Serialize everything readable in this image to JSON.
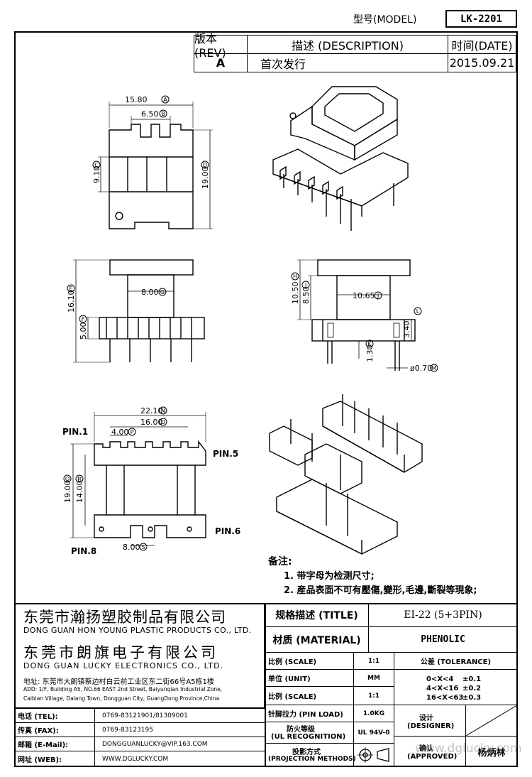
{
  "header": {
    "model_label": "型号(MODEL)",
    "model_value": "LK-2201",
    "rev_header": "版本(REV)",
    "desc_header": "描述 (DESCRIPTION)",
    "date_header": "时间(DATE)",
    "rev_value": "A",
    "desc_value": "首次发行",
    "date_value": "2015.09.21"
  },
  "drawing": {
    "top_view": {
      "dim_a": "15.80",
      "mark_a": "A",
      "dim_b": "6.50",
      "mark_b": "B",
      "dim_c": "9.10",
      "mark_c": "C",
      "dim_d": "19.00",
      "mark_d": "D"
    },
    "side_view": {
      "dim_e": "16.10",
      "mark_e": "E",
      "dim_f": "5.00",
      "mark_f": "F",
      "dim_g": "8.00",
      "mark_g": "G"
    },
    "front_view": {
      "dim_h": "10.50",
      "mark_h": "H",
      "dim_i": "8.50",
      "mark_i": "I",
      "dim_j": "10.65",
      "mark_j": "J",
      "dim_k": "1.30",
      "mark_k": "K",
      "dim_l": "3.40",
      "mark_l": "L",
      "dim_m": "ø0.70",
      "mark_m": "M"
    },
    "bottom_view": {
      "dim_n": "22.10",
      "mark_n": "N",
      "dim_o": "16.00",
      "mark_o": "O",
      "dim_p": "4.00",
      "mark_p": "P",
      "dim_q": "19.00",
      "mark_q": "Q",
      "dim_r": "14.00",
      "mark_r": "R",
      "dim_s": "8.00",
      "mark_s": "S",
      "pin1": "PIN.1",
      "pin5": "PIN.5",
      "pin6": "PIN.6",
      "pin8": "PIN.8"
    }
  },
  "notes": {
    "title": "备注:",
    "items": [
      "1. 带字母为检测尺寸;",
      "2. 産品表面不可有壓傷,變形,毛邊,斷裂等現象;"
    ]
  },
  "company": {
    "name_cn_1": "东莞市瀚扬塑胶制品有限公司",
    "name_en_1": "DONG GUAN HON YOUNG PLASTIC PRODUCTS CO., LTD.",
    "name_cn_2": "东莞市朗旗电子有限公司",
    "name_en_2": "DONG GUAN LUCKY ELECTRONICS CO., LTD.",
    "address_cn": "地址: 东莞市大朗镇蔡边村白云前工业区东二街66号A5栋1楼",
    "address_en_1": "ADD: 1/F, Building A5, NO.66 EAST 2nd Street, Baiyunqian Industrial Zone,",
    "address_en_2": "Caibian Village, Dalang Town, Dongguan City, GuangDong Province,China"
  },
  "contacts": [
    {
      "label": "电话 (TEL):",
      "value": "0769-83121901/81309001"
    },
    {
      "label": "传真 (FAX):",
      "value": "0769-83123195"
    },
    {
      "label": "邮箱 (E-Mail):",
      "value": "DONGGUANLUCKY@VIP.163.COM"
    },
    {
      "label": "网址 (WEB):",
      "value": "WWW.DGLUCKY.COM"
    }
  ],
  "specs": {
    "title_label": "规格描述 (TITLE)",
    "title_value": "EI-22 (5+3PIN)",
    "material_label": "材质 (MATERIAL)",
    "material_value": "PHENOLIC",
    "scale_label": "比例 (SCALE)",
    "scale_value": "1:1",
    "unit_label": "单位 (UNIT)",
    "unit_value": "MM",
    "scale2_label": "比例 (SCALE)",
    "scale2_value": "1:1",
    "pin_load_label": "针脚拉力 (PIN LOAD)",
    "pin_load_value": "1.0KG",
    "ul_label_1": "防火等级",
    "ul_label_2": "(UL RECOGNITION)",
    "ul_value": "UL 94V-0",
    "proj_label_1": "投影方式",
    "proj_label_2": "(PROJECTION METHODS)",
    "tolerance_label": "公差 (TOLERANCE)",
    "tolerance_rows": [
      {
        "range": "0<X<4",
        "value": "±0.1"
      },
      {
        "range": "4<X<16",
        "value": "±0.2"
      },
      {
        "range": "16<X<63",
        "value": "±0.3"
      }
    ],
    "designer_label_1": "设计",
    "designer_label_2": "(DESIGNER)",
    "approved_label_1": "确认",
    "approved_label_2": "(APPROVED)",
    "approver_name": "杨炳林"
  },
  "watermark": "www.dglucky.com"
}
